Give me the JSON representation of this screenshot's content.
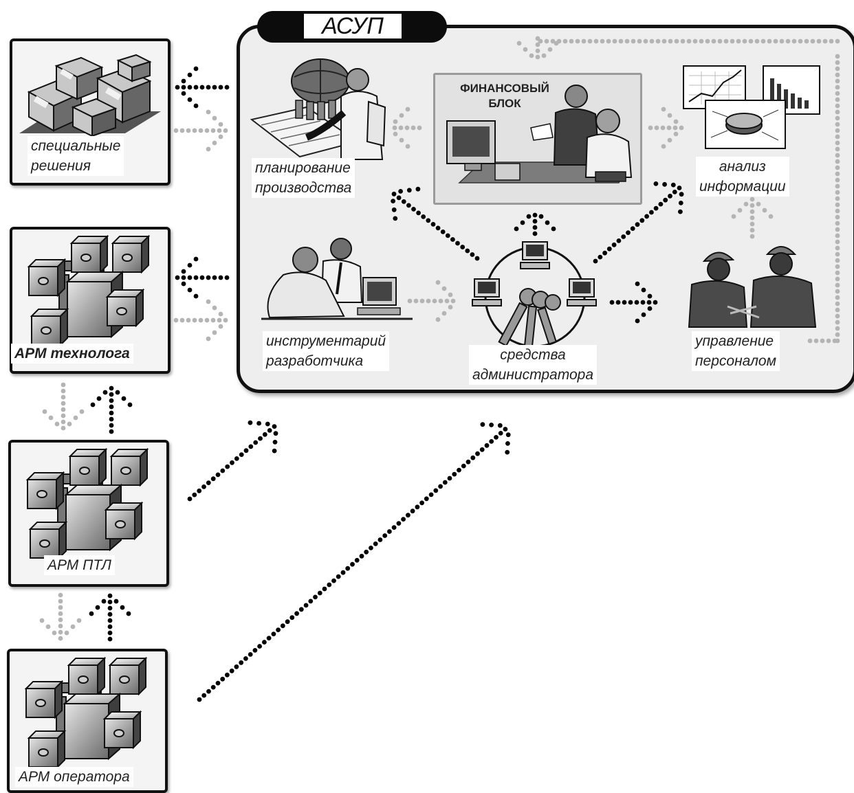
{
  "asup": {
    "title": "АСУП",
    "financial_block": "ФИНАНСОВЫЙ\nБЛОК"
  },
  "left_boxes": {
    "special": "специальные\nрешения",
    "technologist": "АРМ технолога",
    "ptl": "АРМ ПТЛ",
    "operator": "АРМ оператора"
  },
  "modules": {
    "planning": "планирование\nпроизводства",
    "analysis": "анализ\nинформации",
    "dev_tools": "инструментарий\nразработчика",
    "admin_tools": "средства\nадминистратора",
    "personnel": "управление\nперсоналом"
  },
  "colors": {
    "dark_arrow": "#000000",
    "light_arrow": "#b4b4b4",
    "border": "#111111"
  }
}
